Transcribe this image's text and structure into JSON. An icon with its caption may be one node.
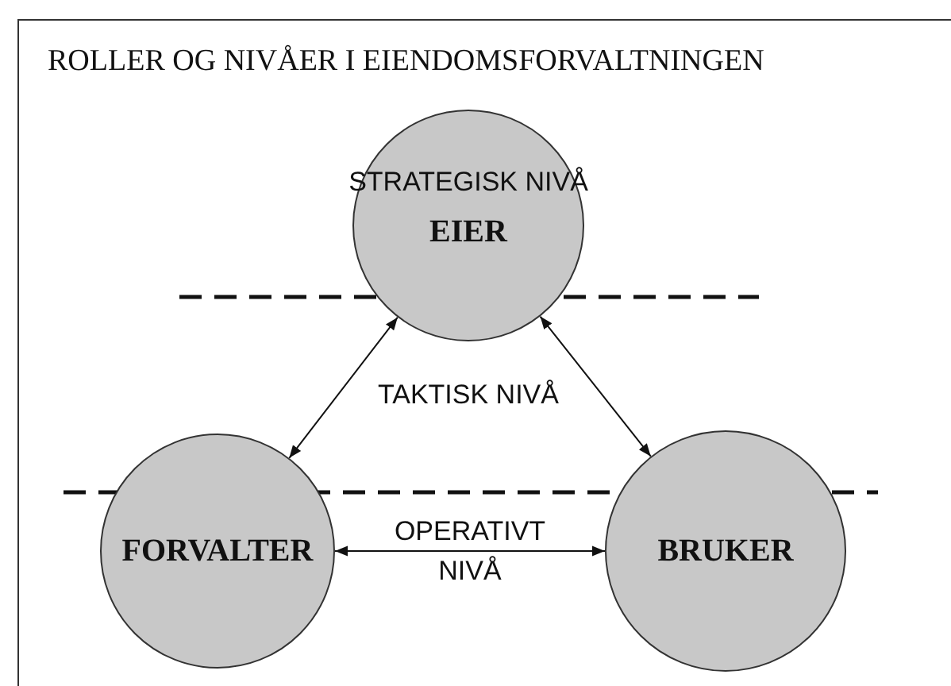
{
  "diagram": {
    "title": "ROLLER OG NIVÅER I EIENDOMSFORVALTNINGEN",
    "nodes": [
      {
        "text": [
          "EIER"
        ]
      },
      {
        "text": [
          "FORVALTER"
        ]
      },
      {
        "text": [
          "BRUKER"
        ]
      }
    ],
    "edges": [
      {
        "from": 0,
        "to": 1,
        "arrow": "both"
      },
      {
        "from": 0,
        "to": 2,
        "arrow": "both"
      },
      {
        "from": 1,
        "to": 2,
        "arrow": "both",
        "label": "OPERATIVT NIVÅ"
      }
    ],
    "labels": [
      "STRATEGISK NIVÅ",
      "TAKTISK NIVÅ"
    ]
  }
}
